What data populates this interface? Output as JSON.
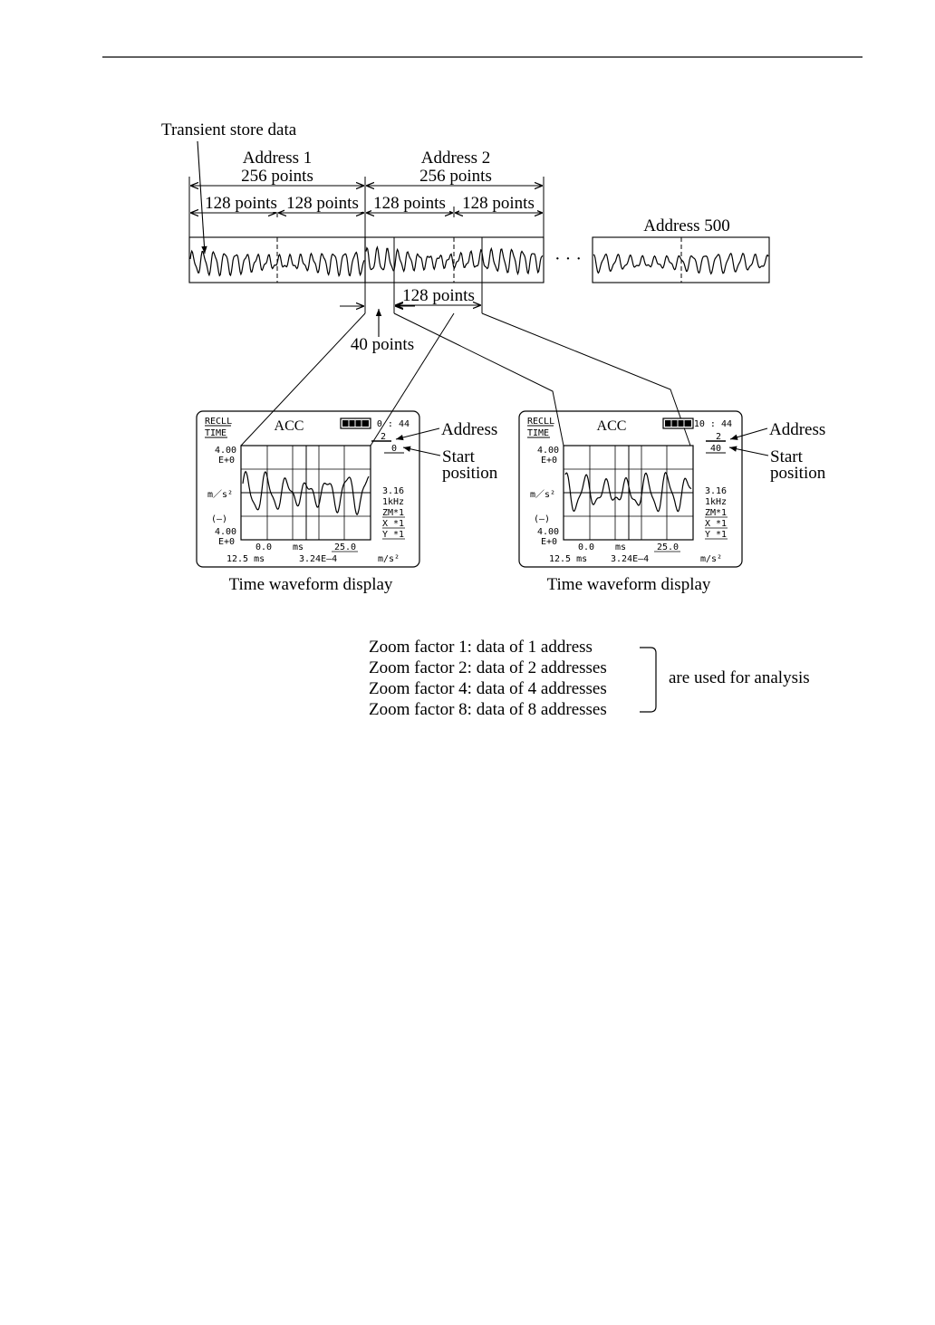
{
  "diagram": {
    "transient_label": "Transient store data",
    "address1": {
      "title": "Address 1",
      "points": "256 points",
      "half_a": "128 points",
      "half_b": "128 points"
    },
    "address2": {
      "title": "Address 2",
      "points": "256 points",
      "half_a": "128 points",
      "half_b": "128 points"
    },
    "ellipsis": "· · ·",
    "address500": {
      "title": "Address 500"
    },
    "window_span": "128 points",
    "offset_label": "40 points"
  },
  "displays": [
    {
      "mode_top": "RECLL",
      "mode_bottom": "TIME",
      "channel": "ACC",
      "clock": "0 : 44",
      "address_value": "2",
      "start_value": "0",
      "y_top_value": "4.00",
      "y_top_exp": "E+0",
      "y_unit": "m／s²",
      "y_sign": "(–)",
      "y_bottom_value": "4.00",
      "y_bottom_exp": "E+0",
      "r1": "3.16",
      "r2": "1kHz",
      "r3": "ZM*1",
      "r4": "X *1",
      "r5": "Y *1",
      "x_start": "0.0",
      "x_unit": "ms",
      "x_end": "25.0",
      "foot_left": "12.5 ms",
      "foot_mid": "3.24E–4",
      "foot_right": "m/s²",
      "caption": "Time waveform display",
      "address_label": "Address",
      "start_label_1": "Start",
      "start_label_2": "position"
    },
    {
      "mode_top": "RECLL",
      "mode_bottom": "TIME",
      "channel": "ACC",
      "clock": "10 : 44",
      "address_value": "2",
      "start_value": "40",
      "y_top_value": "4.00",
      "y_top_exp": "E+0",
      "y_unit": "m／s²",
      "y_sign": "(–)",
      "y_bottom_value": "4.00",
      "y_bottom_exp": "E+0",
      "r1": "3.16",
      "r2": "1kHz",
      "r3": "ZM*1",
      "r4": "X *1",
      "r5": "Y *1",
      "x_start": "0.0",
      "x_unit": "ms",
      "x_end": "25.0",
      "foot_left": "12.5 ms",
      "foot_mid": "3.24E–4",
      "foot_right": "m/s²",
      "caption": "Time waveform display",
      "address_label": "Address",
      "start_label_1": "Start",
      "start_label_2": "position"
    }
  ],
  "zoom": {
    "lines": [
      "Zoom factor 1: data of 1 address",
      "Zoom factor 2: data of 2 addresses",
      "Zoom factor 4: data of 4 addresses",
      "Zoom factor 8: data of 8 addresses"
    ],
    "summary": "are used for analysis"
  }
}
